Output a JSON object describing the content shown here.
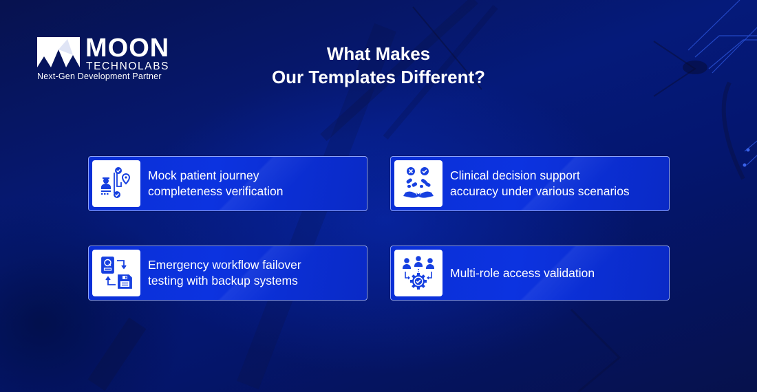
{
  "logo": {
    "brand": "MOON",
    "subbrand": "TECHNOLABS",
    "tagline": "Next-Gen Development Partner"
  },
  "heading": {
    "line1": "What Makes",
    "line2": "Our Templates Different?"
  },
  "cards": [
    {
      "icon": "patient-journey-icon",
      "line1": "Mock patient journey",
      "line2": "completeness verification"
    },
    {
      "icon": "clinical-decision-icon",
      "line1": "Clinical decision support",
      "line2": "accuracy under various scenarios"
    },
    {
      "icon": "backup-failover-icon",
      "line1": "Emergency workflow failover",
      "line2": "testing with backup systems"
    },
    {
      "icon": "multi-role-access-icon",
      "line1": "Multi-role access validation",
      "line2": ""
    }
  ],
  "colors": {
    "background": "#061770",
    "card": "#0b30dc",
    "card_border": "#a5b9ff",
    "icon_accent": "#1740e0",
    "text": "#ffffff"
  }
}
